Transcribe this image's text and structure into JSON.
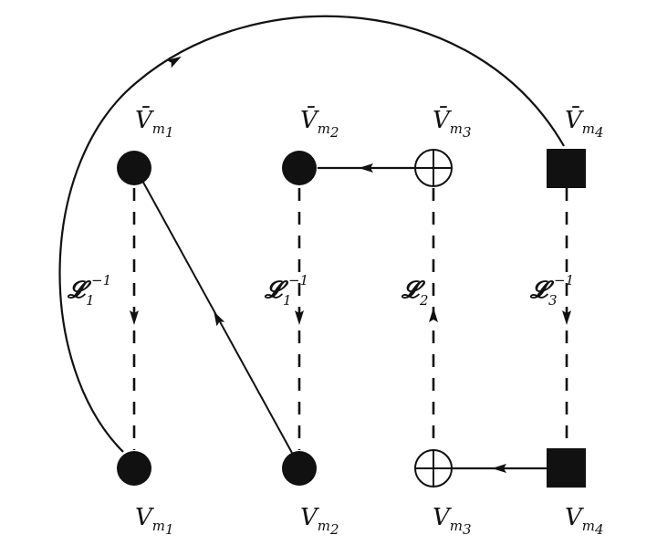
{
  "colors": {
    "ink": "#111111",
    "background": "#ffffff"
  },
  "top_nodes": [
    {
      "id": "top-1",
      "shape": "filled-circle",
      "label_main": "V̄",
      "label_sub": "m",
      "label_subsub": "1"
    },
    {
      "id": "top-2",
      "shape": "filled-circle",
      "label_main": "V̄",
      "label_sub": "m",
      "label_subsub": "2"
    },
    {
      "id": "top-3",
      "shape": "circled-plus",
      "label_main": "V̄",
      "label_sub": "m",
      "label_subsub": "3"
    },
    {
      "id": "top-4",
      "shape": "filled-square",
      "label_main": "V̄",
      "label_sub": "m",
      "label_subsub": "4"
    }
  ],
  "bottom_nodes": [
    {
      "id": "bottom-1",
      "shape": "filled-circle",
      "label_main": "V",
      "label_sub": "m",
      "label_subsub": "1"
    },
    {
      "id": "bottom-2",
      "shape": "filled-circle",
      "label_main": "V",
      "label_sub": "m",
      "label_subsub": "2"
    },
    {
      "id": "bottom-3",
      "shape": "circled-plus",
      "label_main": "V",
      "label_sub": "m",
      "label_subsub": "3"
    },
    {
      "id": "bottom-4",
      "shape": "filled-square",
      "label_main": "V",
      "label_sub": "m",
      "label_subsub": "4"
    }
  ],
  "operators": [
    {
      "column": 1,
      "main": "𝓛",
      "sub": "1",
      "sup": "−1",
      "direction": "down"
    },
    {
      "column": 2,
      "main": "𝓛",
      "sub": "1",
      "sup": "−1",
      "direction": "down"
    },
    {
      "column": 3,
      "main": "𝓛",
      "sub": "2",
      "sup": "",
      "direction": "up"
    },
    {
      "column": 4,
      "main": "𝓛",
      "sub": "3",
      "sup": "−1",
      "direction": "down"
    }
  ]
}
